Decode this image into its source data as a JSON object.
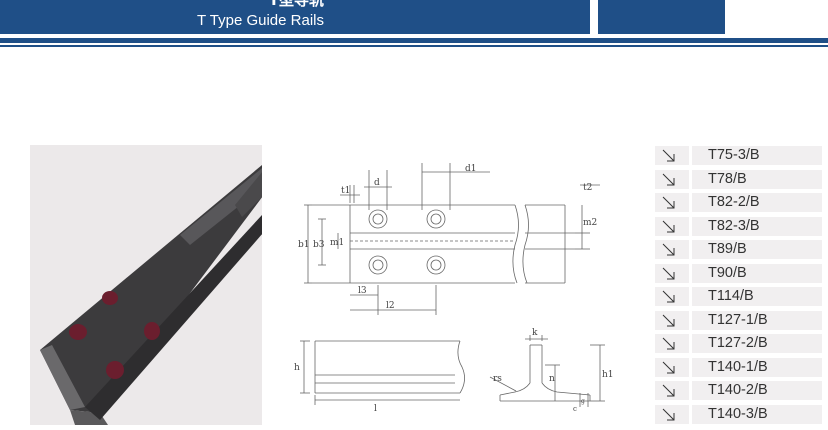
{
  "header": {
    "title_cn": "T型导轨",
    "title_en": "T Type Guide Rails"
  },
  "colors": {
    "header_blue": "#1f4f87",
    "rail_steel": "#3a3a3c",
    "hole_red": "#6b1e2e",
    "list_bg": "#f1eff0"
  },
  "drawing": {
    "labels": {
      "d": "d",
      "d1": "d1",
      "t1": "t1",
      "t2": "t2",
      "b1": "b1",
      "b3": "b3",
      "m1": "m1",
      "m2": "m2",
      "l3": "l3",
      "l2": "l2",
      "h": "h",
      "l": "l",
      "k": "k",
      "n": "n",
      "h1": "h1",
      "rs": "rs",
      "g": "g",
      "c": "c"
    }
  },
  "models": [
    {
      "label": "T75-3/B"
    },
    {
      "label": "T78/B"
    },
    {
      "label": "T82-2/B"
    },
    {
      "label": "T82-3/B"
    },
    {
      "label": "T89/B"
    },
    {
      "label": "T90/B"
    },
    {
      "label": "T114/B"
    },
    {
      "label": "T127-1/B"
    },
    {
      "label": "T127-2/B"
    },
    {
      "label": "T140-1/B"
    },
    {
      "label": "T140-2/B"
    },
    {
      "label": "T140-3/B"
    }
  ]
}
